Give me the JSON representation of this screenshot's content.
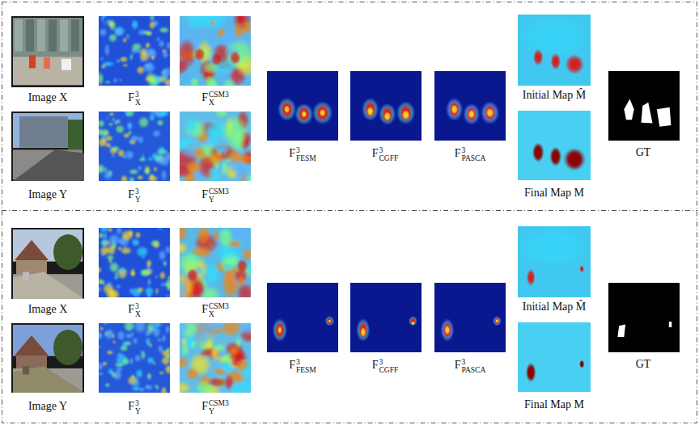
{
  "diagram": {
    "labels": [
      "Image X",
      "F3X",
      "FCSM3X",
      "F3FESM",
      "F3CGFF",
      "F3PASCA",
      "Initial Map M̂",
      "GT",
      "Image Y",
      "F3Y",
      "FCSM3Y",
      "Final Map M",
      "Image X",
      "F3X",
      "FCSM3X",
      "F3FESM",
      "F3CGFF",
      "F3PASCA",
      "Initial Map M̂",
      "GT",
      "Image Y",
      "F3Y",
      "FCSM3Y",
      "Final Map M"
    ]
  }
}
